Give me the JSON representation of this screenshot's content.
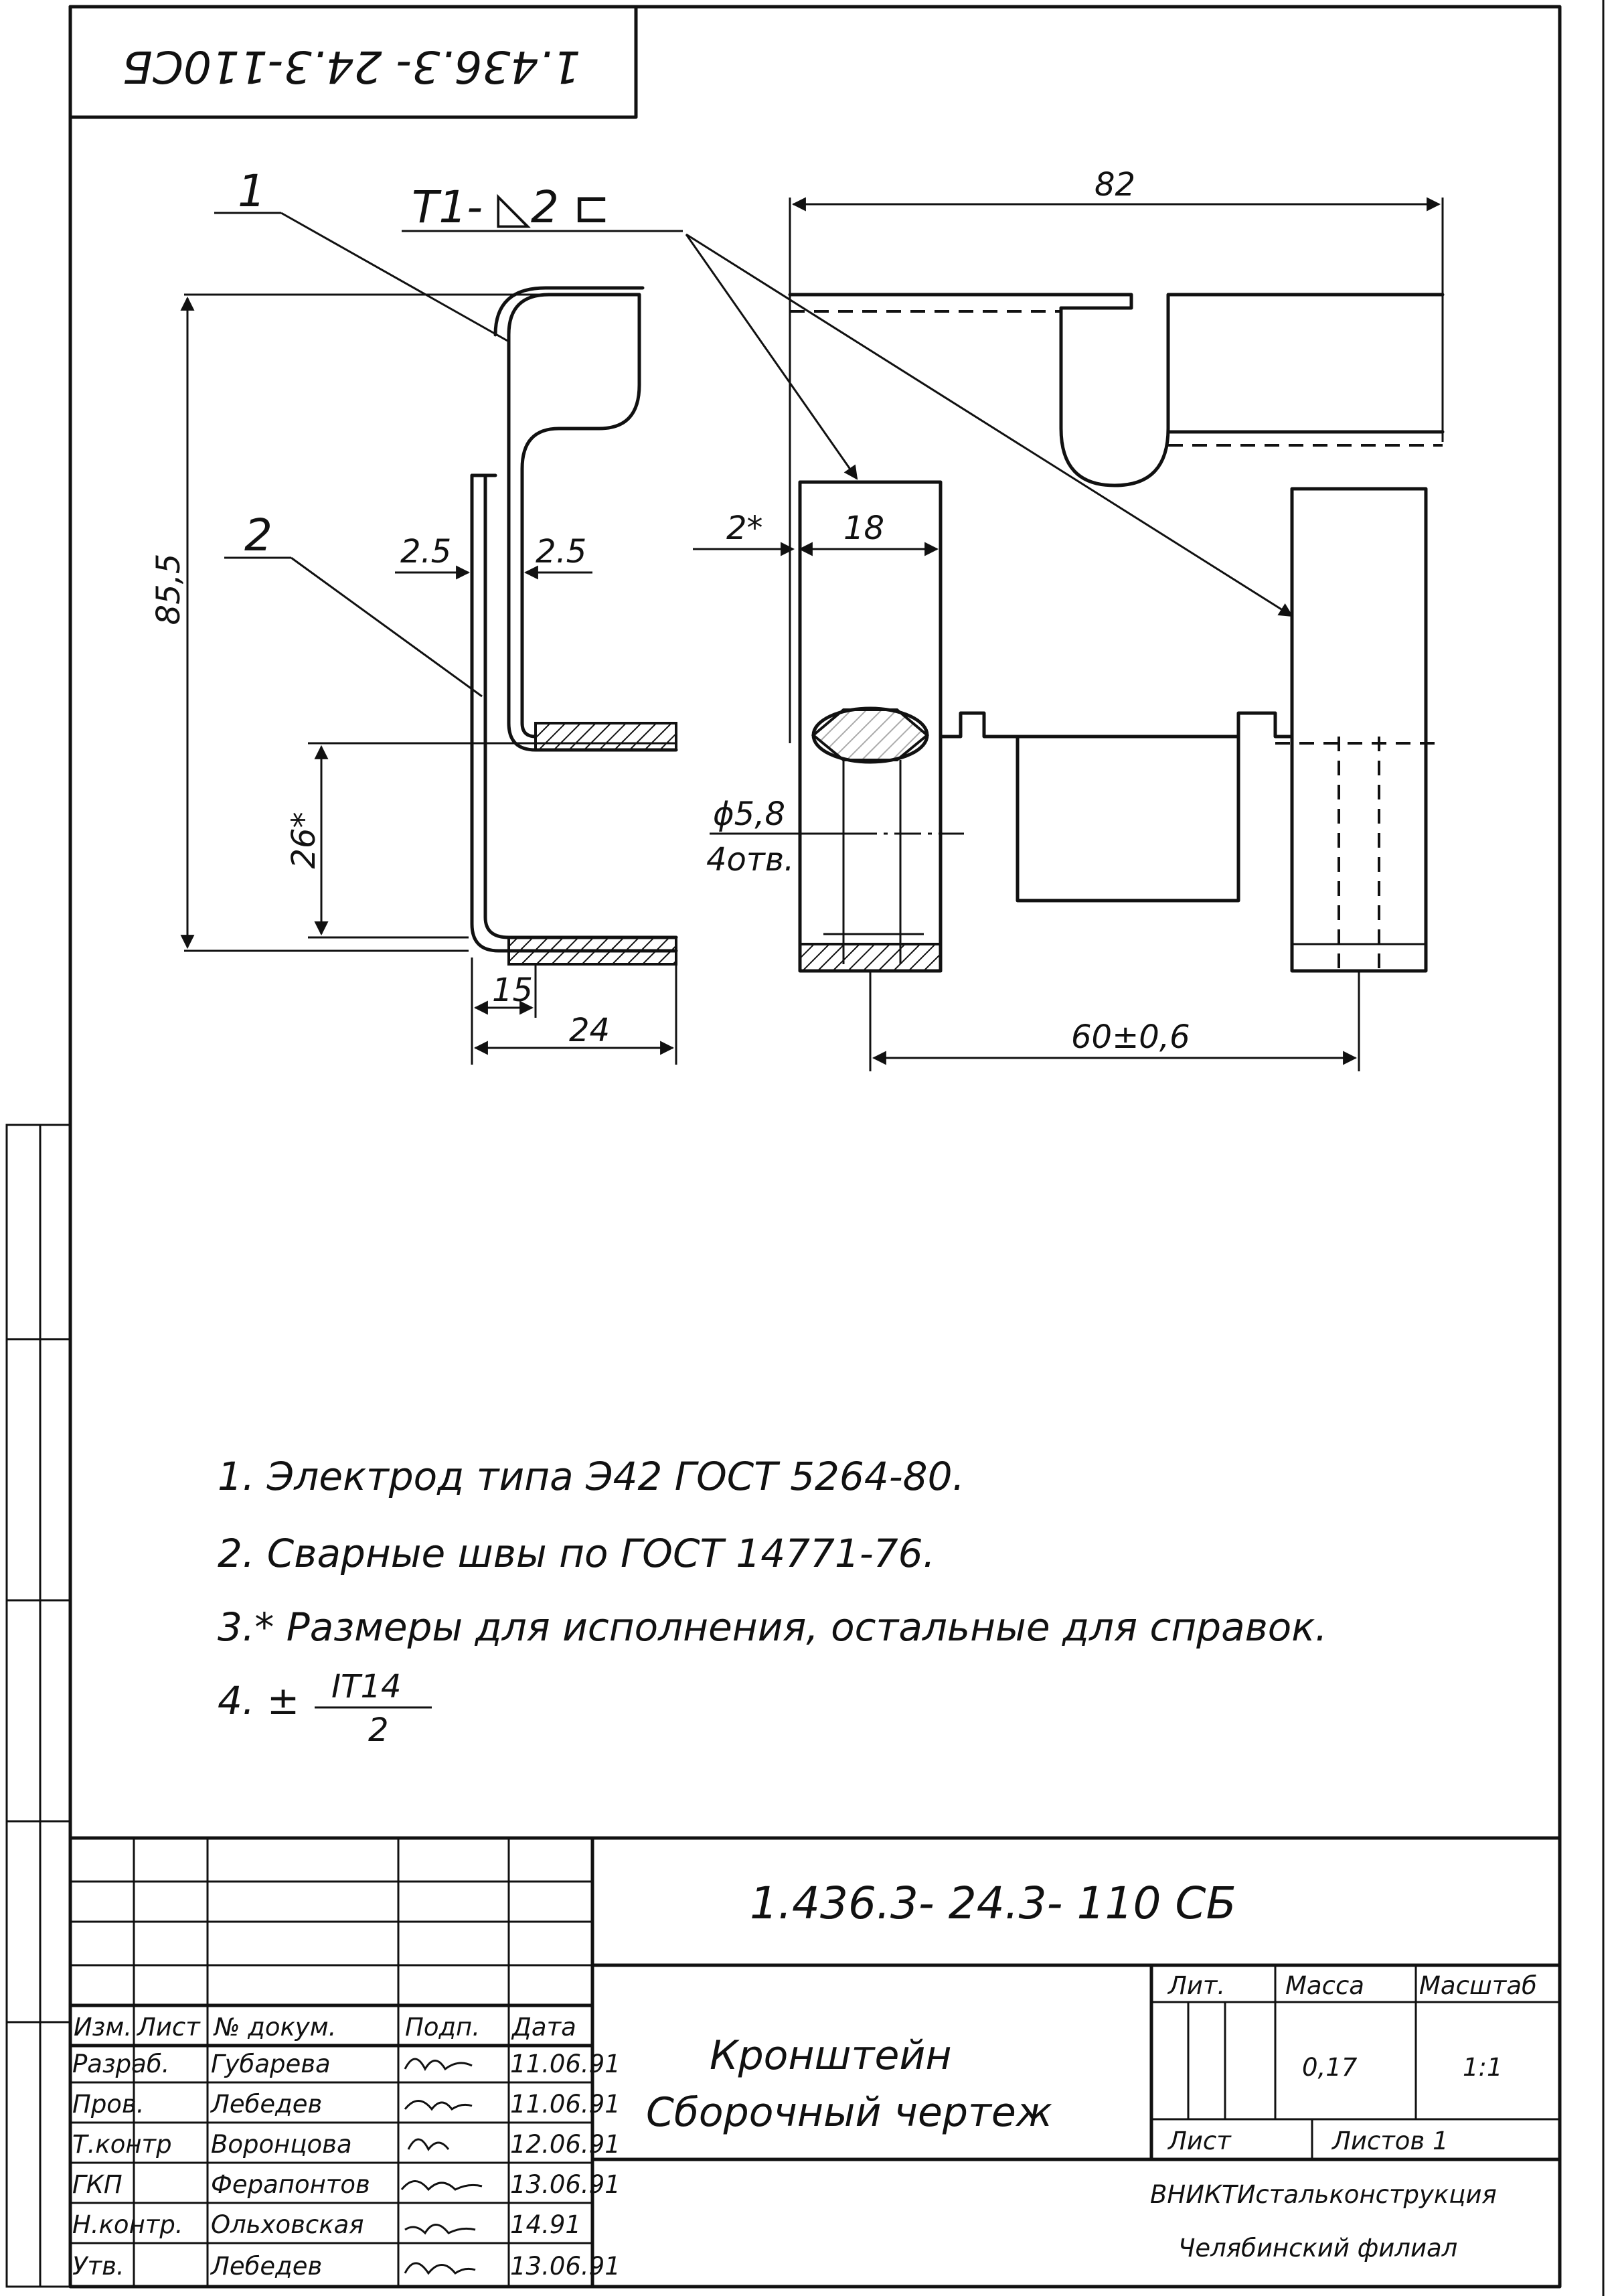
{
  "stamp_code": "1.436.3- 24.3-110СБ",
  "drawing": {
    "leader_1": "1",
    "leader_2": "2",
    "weld_symbol": "Т1- ◺2 ⊏",
    "dim_82": "82",
    "dim_85_5": "85,5",
    "dim_26": "26*",
    "dim_2_5_left": "2.5",
    "dim_2_5_right": "2.5",
    "dim_2": "2*",
    "dim_18": "18",
    "dim_15": "15",
    "dim_24": "24",
    "dim_hole": "ϕ5,8",
    "dim_hole_count": "4отв.",
    "dim_60": "60±0,6"
  },
  "notes": [
    "1. Электрод типа Э42 ГОСТ 5264-80.",
    "2. Сварные швы по ГОСТ 14771-76.",
    "3.* Размеры для исполнения, остальные для справок.",
    "4. ±"
  ],
  "note4_numerator": "IT14",
  "note4_denominator": "2",
  "title_block": {
    "designation": "1.436.3- 24.3- 110 СБ",
    "headers": {
      "izm": "Изм.",
      "list": "Лист",
      "doc": "№ докум.",
      "sign": "Подп.",
      "date": "Дата"
    },
    "rows": [
      {
        "role": "Разраб.",
        "name": "Губарева",
        "date": "11.06.91"
      },
      {
        "role": "Пров.",
        "name": "Лебедев",
        "date": "11.06.91"
      },
      {
        "role": "Т.контр",
        "name": "Воронцова",
        "date": "12.06.91"
      },
      {
        "role": "ГКП",
        "name": "Ферапонтов",
        "date": "13.06.91"
      },
      {
        "role": "Н.контр.",
        "name": "Ольховская",
        "date": "14.91"
      },
      {
        "role": "Утв.",
        "name": "Лебедев",
        "date": "13.06.91"
      }
    ],
    "item_name": "Кронштейн",
    "doc_type": "Сборочный чертеж",
    "lit_label": "Лит.",
    "mass_label": "Масса",
    "scale_label": "Масштаб",
    "mass_value": "0,17",
    "scale_value": "1:1",
    "sheet_label": "Лист",
    "sheets_label": "Листов 1",
    "org_line1": "ВНИКТИстальконструкция",
    "org_line2": "Челябинский филиал"
  }
}
